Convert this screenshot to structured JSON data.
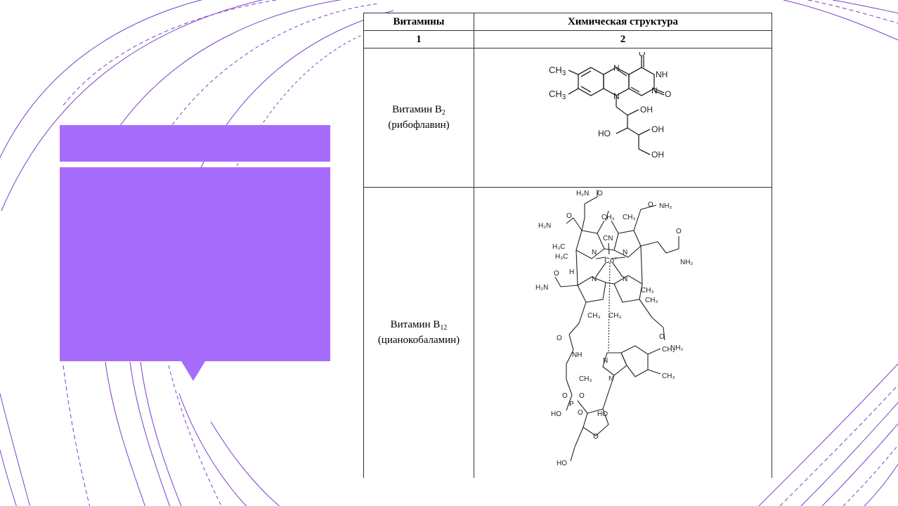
{
  "slide": {
    "title_box_text": "",
    "body_box_text": ""
  },
  "table": {
    "headers": [
      "Витамины",
      "Химическая структура"
    ],
    "column_numbers": [
      "1",
      "2"
    ],
    "rows": [
      {
        "name": "Витамин B",
        "name_subscript": "2",
        "alt_name": "(рибофлавин)",
        "structure_labels": {
          "ch3_top": "CH",
          "ch3_top_sub": "3",
          "ch3_bottom": "CH",
          "ch3_bottom_sub": "3",
          "n1": "N",
          "n2": "N",
          "n3": "N",
          "nh": "NH",
          "o1": "O",
          "o2": "O",
          "oh1": "OH",
          "oh2": "OH",
          "oh3": "OH",
          "ho": "HO"
        }
      },
      {
        "name": "Витамин B",
        "name_subscript": "12",
        "alt_name": "(цианокобаламин)",
        "structure_labels": {
          "h2n_top": "H₂N",
          "o_top": "O",
          "h2n_left": "H₂N",
          "o_left": "O",
          "o_right": "O",
          "nh2_right": "NH₂",
          "o_right2": "O",
          "nh2_right2": "NH₂",
          "ch3_a": "CH₃",
          "ch3_b": "CH₃",
          "h3c_a": "H₃C",
          "h3c_b": "H₃C",
          "cn": "CN",
          "co": "Co",
          "co_sup": "+",
          "n_a": "N",
          "n_b": "N",
          "n_c": "N",
          "n_d": "N",
          "h": "H",
          "h2n_mid": "H₂N",
          "o_mid": "O",
          "ch3_c": "CH₃",
          "ch3_d": "CH₃",
          "ch3_e": "CH₃",
          "ch3_f": "CH₃",
          "o_low": "O",
          "nh2_low": "NH₂",
          "o_link": "O",
          "nh": "NH",
          "ch3_g": "CH₃",
          "n_e": "N",
          "n_f": "N",
          "ch3_h": "CH₃",
          "ch3_i": "CH₃",
          "o_p1": "O",
          "p": "P",
          "o_p2": "O",
          "o_p3": "O",
          "ho_p": "HO",
          "ho_sugar": "HO",
          "o_ring": "O",
          "ho_bottom": "HO"
        }
      }
    ]
  },
  "colors": {
    "accent_purple": "#a86cfc",
    "decor_line": "#7a3fc9",
    "table_border": "#333333"
  }
}
